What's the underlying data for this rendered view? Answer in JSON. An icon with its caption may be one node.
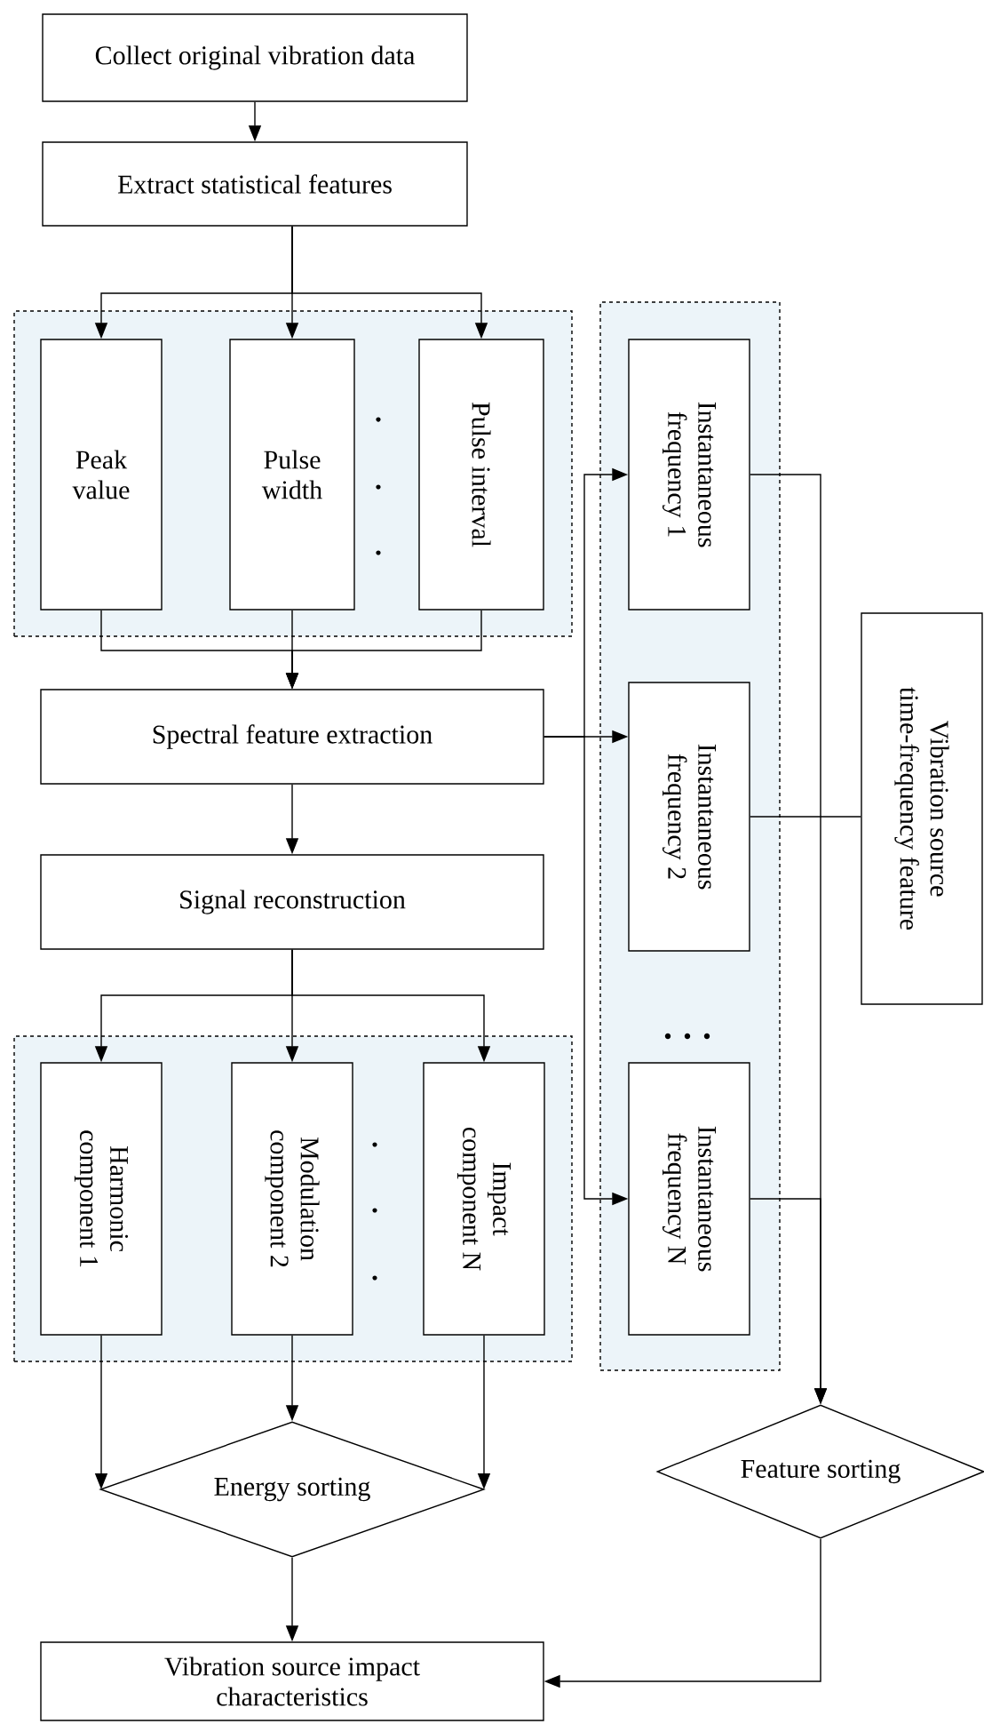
{
  "diagram": {
    "nodes": [
      {
        "text": [
          "Collect original vibration data"
        ]
      },
      {
        "text": [
          "Extract statistical features"
        ]
      },
      {
        "text": [],
        "shape": "box"
      },
      {
        "text": [
          "Peak value"
        ],
        "in": 2
      },
      {
        "text": [
          "Pulse width"
        ],
        "in": 2
      },
      {
        "text": [
          "Pulse interval"
        ],
        "in": 2
      },
      {
        "text": [
          "Spectral feature extraction"
        ]
      },
      {
        "text": [
          "Signal reconstruction"
        ]
      },
      {
        "text": [],
        "shape": "box"
      },
      {
        "text": [
          "Harmonic component 1"
        ],
        "in": 8
      },
      {
        "text": [
          "Modulation component 2"
        ],
        "in": 8
      },
      {
        "text": [
          "Impact component N"
        ],
        "in": 8
      },
      {
        "text": [
          "Energy sorting"
        ]
      },
      {
        "text": [
          "Vibration source impact characteristics"
        ]
      },
      {
        "text": [],
        "shape": "box"
      },
      {
        "text": [
          "Instantaneous frequency 1"
        ],
        "in": 14
      },
      {
        "text": [
          "Instantaneous frequency 2"
        ],
        "in": 14
      },
      {
        "text": [
          "Instantaneous frequency N"
        ],
        "in": 14
      },
      {
        "text": [
          "Vibration source time-frequency feature"
        ]
      },
      {
        "text": [
          "Feature sorting"
        ]
      }
    ],
    "edges": [
      {
        "from": 0,
        "to": 1,
        "arrow": "to"
      },
      {
        "from": 1,
        "to": 3,
        "arrow": "to"
      },
      {
        "from": 1,
        "to": 4,
        "arrow": "to"
      },
      {
        "from": 1,
        "to": 5,
        "arrow": "to"
      },
      {
        "from": 3,
        "to": 6,
        "arrow": "to"
      },
      {
        "from": 4,
        "to": 6,
        "arrow": "to"
      },
      {
        "from": 5,
        "to": 6,
        "arrow": "to"
      },
      {
        "from": 6,
        "to": 7,
        "arrow": "to"
      },
      {
        "from": 7,
        "to": 9,
        "arrow": "to"
      },
      {
        "from": 7,
        "to": 10,
        "arrow": "to"
      },
      {
        "from": 7,
        "to": 11,
        "arrow": "to"
      },
      {
        "from": 9,
        "to": 12,
        "arrow": "to"
      },
      {
        "from": 10,
        "to": 12,
        "arrow": "to"
      },
      {
        "from": 11,
        "to": 12,
        "arrow": "to"
      },
      {
        "from": 12,
        "to": 13,
        "arrow": "to"
      },
      {
        "from": 6,
        "to": 15,
        "arrow": "to"
      },
      {
        "from": 6,
        "to": 16,
        "arrow": "to"
      },
      {
        "from": 6,
        "to": 17,
        "arrow": "to"
      },
      {
        "from": 15,
        "to": 19,
        "arrow": "to"
      },
      {
        "from": 17,
        "to": 19,
        "arrow": "to"
      },
      {
        "from": 16,
        "to": 18,
        "arrow": "none"
      },
      {
        "from": 19,
        "to": 13,
        "arrow": "to"
      }
    ]
  }
}
